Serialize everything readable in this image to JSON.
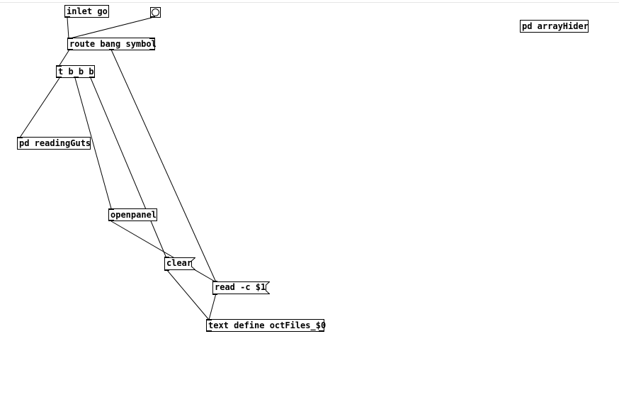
{
  "patch": {
    "objects": {
      "inlet_go": "inlet go",
      "route": "route bang symbol",
      "trigger": "t b b b",
      "pd_readingguts": "pd readingGuts",
      "openpanel": "openpanel",
      "text_define": "text define octFiles_$0",
      "pd_arrayhider": "pd arrayHider"
    },
    "messages": {
      "clear": "clear",
      "read": "read -c $1"
    },
    "gui": {
      "bang_icon": "bang-icon"
    }
  }
}
